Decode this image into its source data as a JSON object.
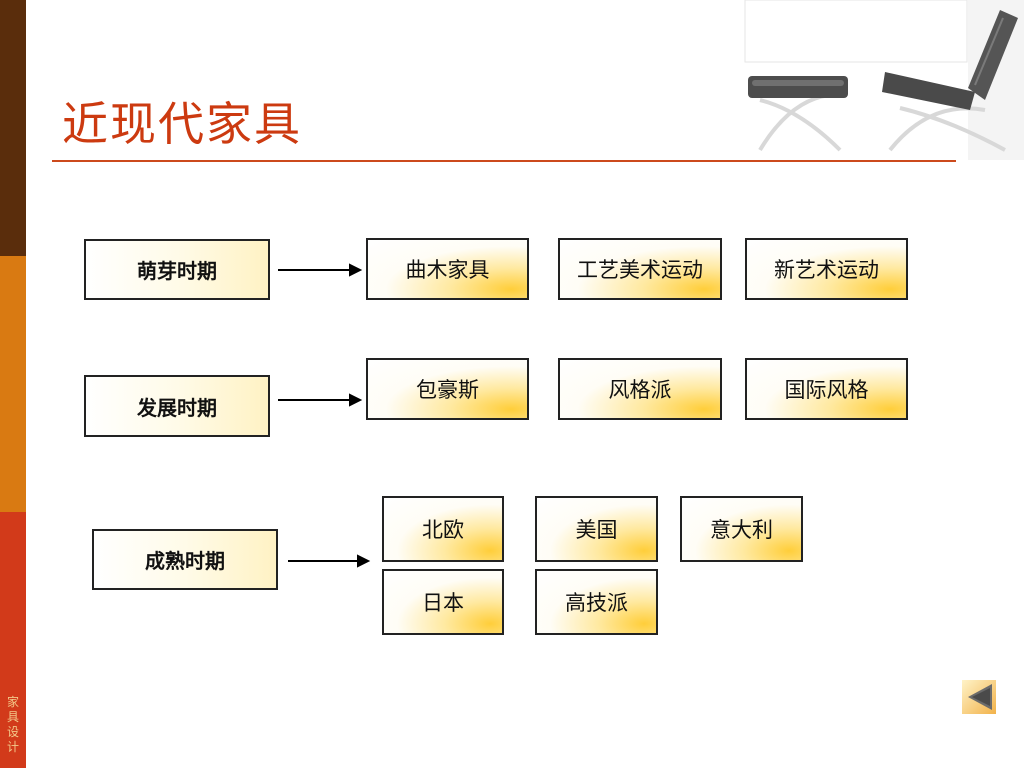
{
  "slide": {
    "title": "近现代家具",
    "sidebar_label": "家具设计",
    "stages": [
      {
        "label": "萌芽时期",
        "items": [
          "曲木家具",
          "工艺美术运动",
          "新艺术运动"
        ]
      },
      {
        "label": "发展时期",
        "items": [
          "包豪斯",
          "风格派",
          "国际风格"
        ]
      },
      {
        "label": "成熟时期",
        "items": [
          "北欧",
          "美国",
          "意大利",
          "日本",
          "高技派"
        ]
      }
    ]
  },
  "colors": {
    "title": "#cc3a10",
    "rule": "#cc4a1c",
    "sidebar_dark": "#5a2d0c",
    "sidebar_mid": "#d97a12",
    "sidebar_red": "#d23a1a",
    "box_accent": "#ffce3a"
  },
  "icons": {
    "chair_image": "barcelona-chair-icon",
    "back": "back-triangle-icon"
  }
}
